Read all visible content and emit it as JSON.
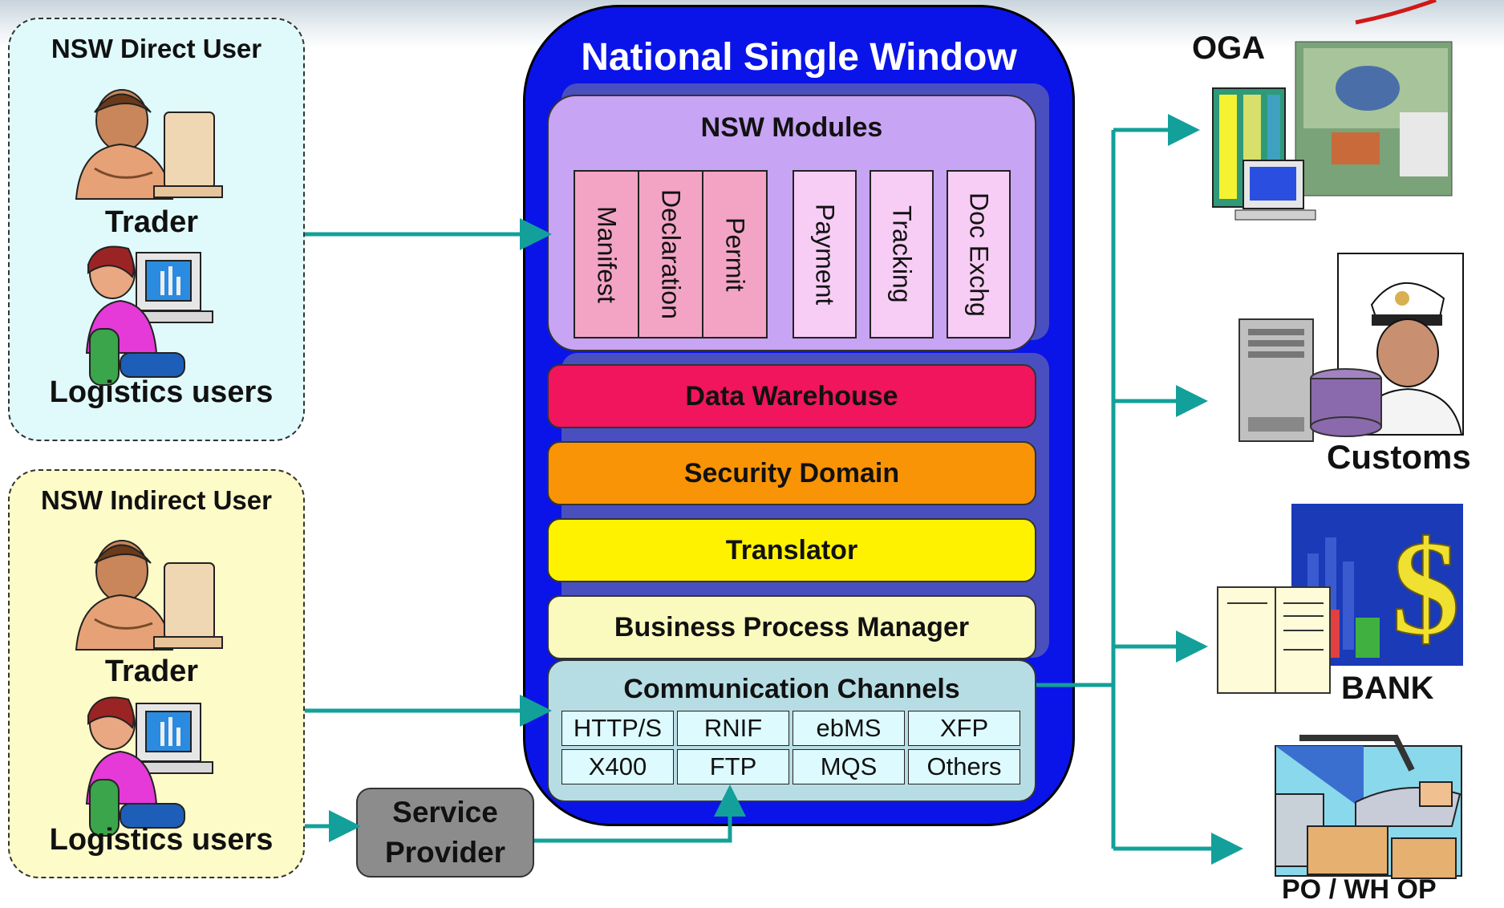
{
  "direct_user": {
    "title": "NSW Direct User",
    "trader_label": "Trader",
    "logistics_label": "Logistics users"
  },
  "indirect_user": {
    "title": "NSW Indirect User",
    "trader_label": "Trader",
    "logistics_label": "Logistics users"
  },
  "service_provider": {
    "line1": "Service",
    "line2": "Provider"
  },
  "nsw": {
    "title": "National Single Window",
    "modules_title": "NSW Modules",
    "modules_group1": [
      "Manifest",
      "Declaration",
      "Permit"
    ],
    "modules_group2": [
      "Payment",
      "Tracking",
      "Doc Exchg"
    ],
    "layers": [
      "Data Warehouse",
      "Security Domain",
      "Translator",
      "Business Process Manager"
    ],
    "comm_title": "Communication Channels",
    "channels_row1": [
      "HTTP/S",
      "RNIF",
      "ebMS",
      "XFP"
    ],
    "channels_row2": [
      "X400",
      "FTP",
      "MQS",
      "Others"
    ]
  },
  "targets": {
    "oga": "OGA",
    "customs": "Customs",
    "bank": "BANK",
    "po": "PO / WH OP"
  },
  "colors": {
    "nsw_bg": "#0a14e8",
    "arrow": "#13a09a",
    "data_warehouse": "#f0155c",
    "security_domain": "#f89406",
    "translator": "#fff200",
    "bpm": "#fafabe",
    "module_cell_dark": "#f3a4c4",
    "module_cell_light": "#f7cdf5"
  }
}
